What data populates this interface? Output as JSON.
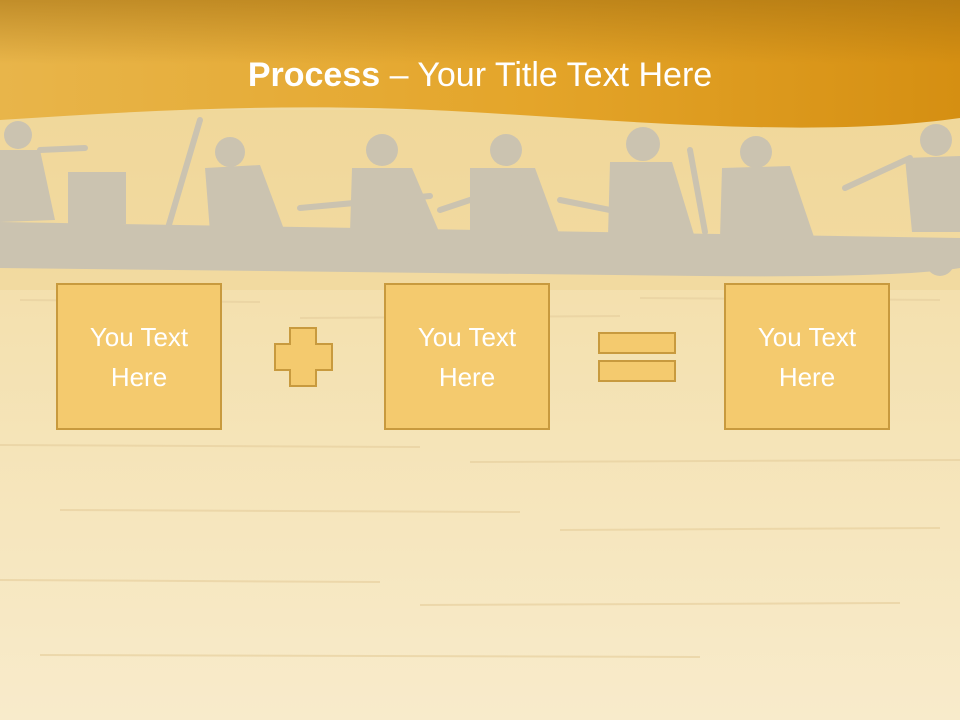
{
  "slide": {
    "title_bold": "Process",
    "title_rest": " – Your Title Text Here",
    "boxes": [
      {
        "label": "You Text Here"
      },
      {
        "label": "You Text Here"
      },
      {
        "label": "You Text Here"
      }
    ],
    "operators": [
      "plus-icon",
      "equals-icon"
    ]
  },
  "colors": {
    "header_gold": "#e6a51e",
    "water": "#f6e6bf",
    "box_fill": "#f4ca6e",
    "box_border": "#c89a3e",
    "silhouette": "#cbc3b0",
    "text": "#ffffff"
  }
}
